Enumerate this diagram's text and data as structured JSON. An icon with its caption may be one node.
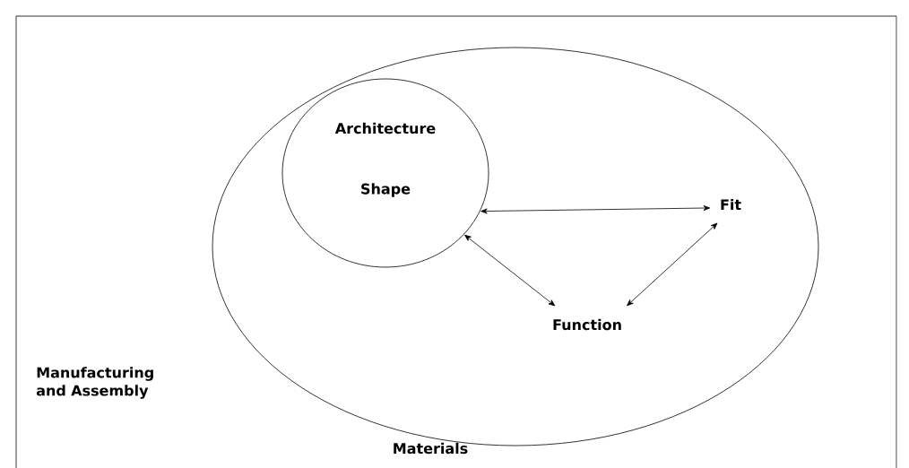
{
  "diagram": {
    "nodes": [
      {
        "text": [
          "Manufacturing and Assembly",
          "Materials"
        ]
      },
      {
        "text": [],
        "shape": "ellipse",
        "in": 0
      },
      {
        "text": [
          "Architecture",
          "Shape"
        ],
        "in": 1
      },
      {
        "text": [
          "Fit"
        ],
        "in": 1
      },
      {
        "text": [
          "Function"
        ],
        "in": 1
      }
    ],
    "edges": [
      {
        "from": 2,
        "to": 3,
        "arrow": "both"
      },
      {
        "from": 2,
        "to": 4,
        "arrow": "both"
      },
      {
        "from": 3,
        "to": 4,
        "arrow": "both"
      }
    ]
  }
}
